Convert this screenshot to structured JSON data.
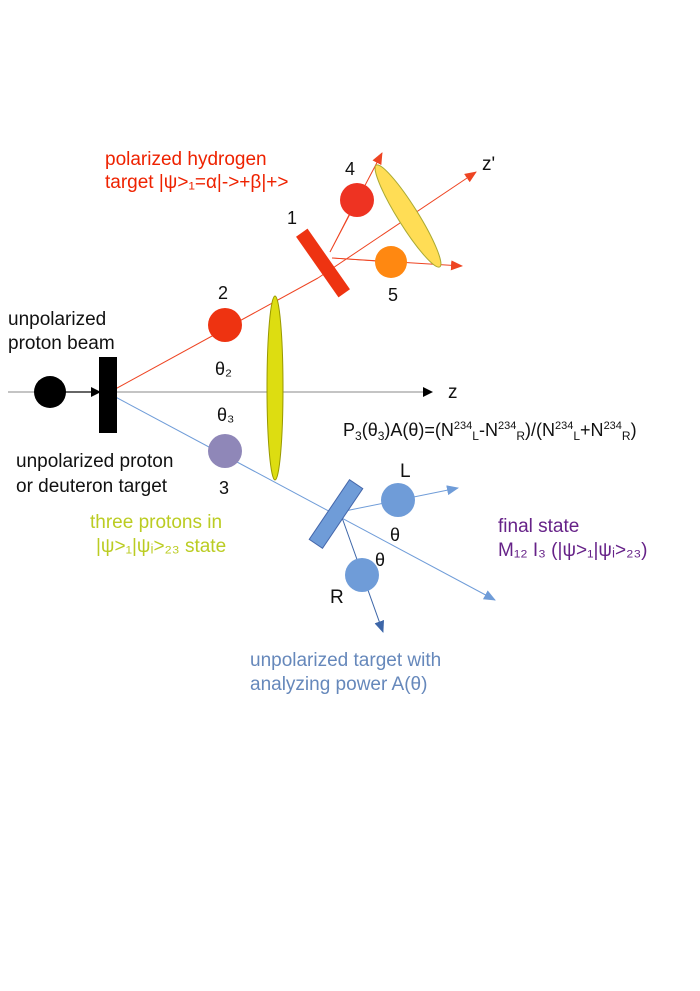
{
  "labels": {
    "polarized_target_line1": "polarized hydrogen",
    "polarized_target_line2": "target |ψ>₁=α|->+β|+>",
    "beam_line1": "unpolarized",
    "beam_line2": "proton beam",
    "theta2": "θ₂",
    "theta3": "θ₃",
    "z_axis": "z",
    "z_prime_axis": "z'",
    "unpol_target_line1": "unpolarized proton",
    "unpol_target_line2": "or deuteron target",
    "three_protons_line1": "three protons in",
    "three_protons_line2": "|ψ>₁|ψᵢ>₂₃ state",
    "final_state_line1": "final state",
    "final_state_line2": "M₁₂ I₃ (|ψ>₁|ψᵢ>₂₃)",
    "analyzing_line1": "unpolarized target with",
    "analyzing_line2": "analyzing power A(θ)",
    "formula_lhs": "P",
    "formula_lhs_sub": "3",
    "formula_mid": "(θ",
    "formula_mid_sub": "3",
    "formula_mid2": ")A(θ)=(N",
    "formula_sup1": "234",
    "formula_sub1": "L",
    "formula_dash": "-N",
    "formula_sup2": "234",
    "formula_sub2": "R",
    "formula_slash": ")/(N",
    "formula_sup3": "234",
    "formula_sub3": "L",
    "formula_plus": "+N",
    "formula_sup4": "234",
    "formula_sub4": "R",
    "formula_close": ")",
    "n1": "1",
    "n2": "2",
    "n3": "3",
    "n4": "4",
    "n5": "5",
    "L": "L",
    "R": "R",
    "theta_L": "θ",
    "theta_R": "θ"
  },
  "colors": {
    "red_label": "#ee2200",
    "yellow_label": "#bbcc22",
    "purple_label": "#662288",
    "blue_label": "#6688bb",
    "beam_ball": "#000000",
    "target_bar": "#000000",
    "polarized_bar": "#ee3311",
    "ball_2": "#ee3311",
    "ball_3": "#8f87b8",
    "ball_4": "#ee3322",
    "ball_5": "#ff8811",
    "ball_LR": "#6f9cd8",
    "analyzer_bar": "#6f9cd8",
    "yellow_ellipse": "#dddd11",
    "orange_ellipse": "#ffdd55",
    "red_track": "#ee4422",
    "blue_track": "#6f9cd8"
  }
}
